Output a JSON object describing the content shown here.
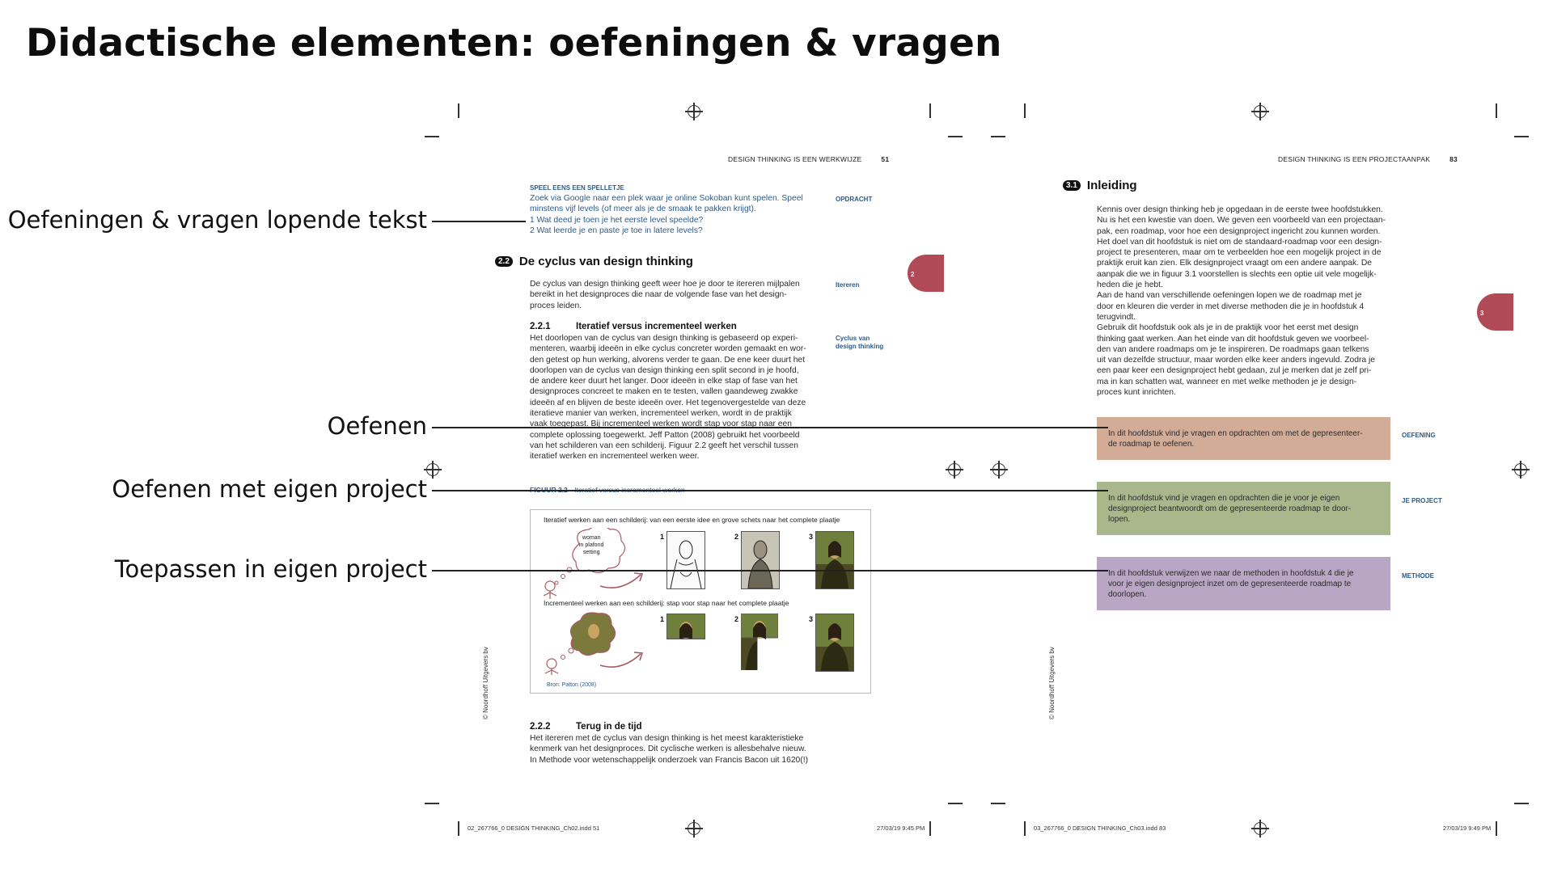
{
  "slide": {
    "title": "Didactische elementen: oefeningen & vragen",
    "callouts": [
      {
        "label": "Oefeningen & vragen lopende tekst"
      },
      {
        "label": "Oefenen"
      },
      {
        "label": "Oefenen met eigen project"
      },
      {
        "label": "Toepassen in eigen project"
      }
    ]
  },
  "left_page": {
    "running_head": "DESIGN THINKING IS EEN WERKWIJZE",
    "page_number": "51",
    "intro_label": "SPEEL EENS EEN SPELLETJE",
    "intro_text": [
      "Zoek via Google naar een plek waar je online Sokoban kunt spelen. Speel",
      "minstens vijf levels (of meer als je de smaak te pakken krijgt).",
      "1  Wat deed je toen je het eerste level speelde?",
      "2  Wat leerde je en paste je toe in latere levels?"
    ],
    "margin_opdracht": "OPDRACHT",
    "section_badge": "2.2",
    "section_title": "De cyclus van design thinking",
    "section_text": [
      "De cyclus van design thinking geeft weer hoe je door te itereren mijlpalen",
      "bereikt in het designproces die naar de volgende fase van het design-",
      "proces leiden."
    ],
    "margin_itereren": "Itereren",
    "chapter_tab": "2",
    "sub1_num": "2.2.1",
    "sub1_title": "Iteratief versus incrementeel werken",
    "margin_cyclus_1": "Cyclus van",
    "margin_cyclus_2": "design thinking",
    "sub1_text": [
      "Het doorlopen van de cyclus van design thinking is gebaseerd op experi-",
      "menteren, waarbij ideeën in elke cyclus concreter worden gemaakt en wor-",
      "den getest op hun werking, alvorens verder te gaan. De ene keer duurt het",
      "doorlopen van de cyclus van design thinking een split second in je hoofd,",
      "de andere keer duurt het langer. Door ideeën in elke stap of fase van het",
      "designproces concreet te maken en te testen, vallen gaandeweg zwakke",
      "ideeën af en blijven de beste ideeën over. Het tegenovergestelde van deze",
      "iteratieve manier van werken, incrementeel werken, wordt in de praktijk",
      "vaak toegepast. Bij incrementeel werken wordt stap voor stap naar een",
      "complete oplossing toegewerkt. Jeff Patton (2008) gebruikt het voorbeeld",
      "van het schilderen van een schilderij. Figuur 2.2 geeft het verschil tussen",
      "iteratief werken en incrementeel werken weer."
    ],
    "figure_label": "FIGUUR 2.2",
    "figure_title": "Iteratief versus incrementeel werken",
    "fig_row1_caption": "Iteratief werken aan een schilderij: van een eerste idee en grove schets naar het complete plaatje",
    "fig_row2_caption": "Incrementeel werken aan een schilderij: stap voor stap naar het complete plaatje",
    "fig_bubble": [
      "woman",
      "in plafond",
      "setting"
    ],
    "fig_numbers": [
      "1",
      "2",
      "3"
    ],
    "fig_source": "Bron: Patton (2008)",
    "copyright": "© Noordhoff Uitgevers bv",
    "sub2_num": "2.2.2",
    "sub2_title": "Terug in de tijd",
    "sub2_text": [
      "Het itereren met de cyclus van design thinking is het meest karakteristieke",
      "kenmerk van het designproces. Dit cyclische werken is allesbehalve nieuw.",
      "In Methode voor wetenschappelijk onderzoek van Francis Bacon uit 1620(!)"
    ],
    "slug_file": "02_267766_0 DESIGN THINKING_Ch02.indd   51",
    "slug_date": "27/03/19   9:45 PM"
  },
  "right_page": {
    "running_head": "DESIGN THINKING IS EEN PROJECTAANPAK",
    "page_number": "83",
    "section_badge": "3.1",
    "section_title": "Inleiding",
    "chapter_tab": "3",
    "intro_text": [
      "Kennis over design thinking heb je opgedaan in de eerste twee hoofdstukken.",
      "Nu is het een kwestie van doen. We geven een voorbeeld van een projectaan-",
      "pak, een roadmap, voor hoe een designproject ingericht zou kunnen worden.",
      "Het doel van dit hoofdstuk is niet om de standaard-roadmap voor een design-",
      "project te presenteren, maar om te verbeelden hoe een mogelijk project in de",
      "praktijk eruit kan zien. Elk designproject vraagt om een andere aanpak. De",
      "aanpak die we in figuur 3.1 voorstellen is slechts een optie uit vele mogelijk-",
      "heden die je hebt.",
      "Aan de hand van verschillende oefeningen lopen we de roadmap met je",
      "door en kleuren die verder in met diverse methoden die je in hoofdstuk 4",
      "terugvindt.",
      "Gebruik dit hoofdstuk ook als je in de praktijk voor het eerst met design",
      "thinking gaat werken. Aan het einde van dit hoofdstuk geven we voorbeel-",
      "den van andere roadmaps om je te inspireren. De roadmaps gaan telkens",
      "uit van dezelfde structuur, maar worden elke keer anders ingevuld. Zodra je",
      "een paar keer een designproject hebt gedaan, zul je merken dat je zelf pri-",
      "ma in kan schatten wat, wanneer en met welke methoden je je design-",
      "proces kunt inrichten."
    ],
    "boxes": [
      {
        "text": [
          "In dit hoofdstuk vind je vragen en opdrachten om met de gepresenteer-",
          "de roadmap te oefenen."
        ],
        "label": "OEFENING",
        "color": "#d3ac98"
      },
      {
        "text": [
          "In dit hoofdstuk vind je vragen en opdrachten die je voor je eigen",
          "designproject beantwoordt om de gepresenteerde roadmap te door-",
          "lopen."
        ],
        "label": "JE PROJECT",
        "color": "#a9b88c"
      },
      {
        "text": [
          "In dit hoofdstuk verwijzen we naar de methoden in hoofdstuk 4 die je",
          "voor je eigen designproject inzet om de gepresenteerde roadmap te",
          "doorlopen."
        ],
        "label": "METHODE",
        "color": "#b8a6c4"
      }
    ],
    "copyright": "© Noordhoff Uitgevers bv",
    "slug_file": "03_267766_0 DESIGN THINKING_Ch03.indd   83",
    "slug_date": "27/03/19   9:49 PM"
  }
}
